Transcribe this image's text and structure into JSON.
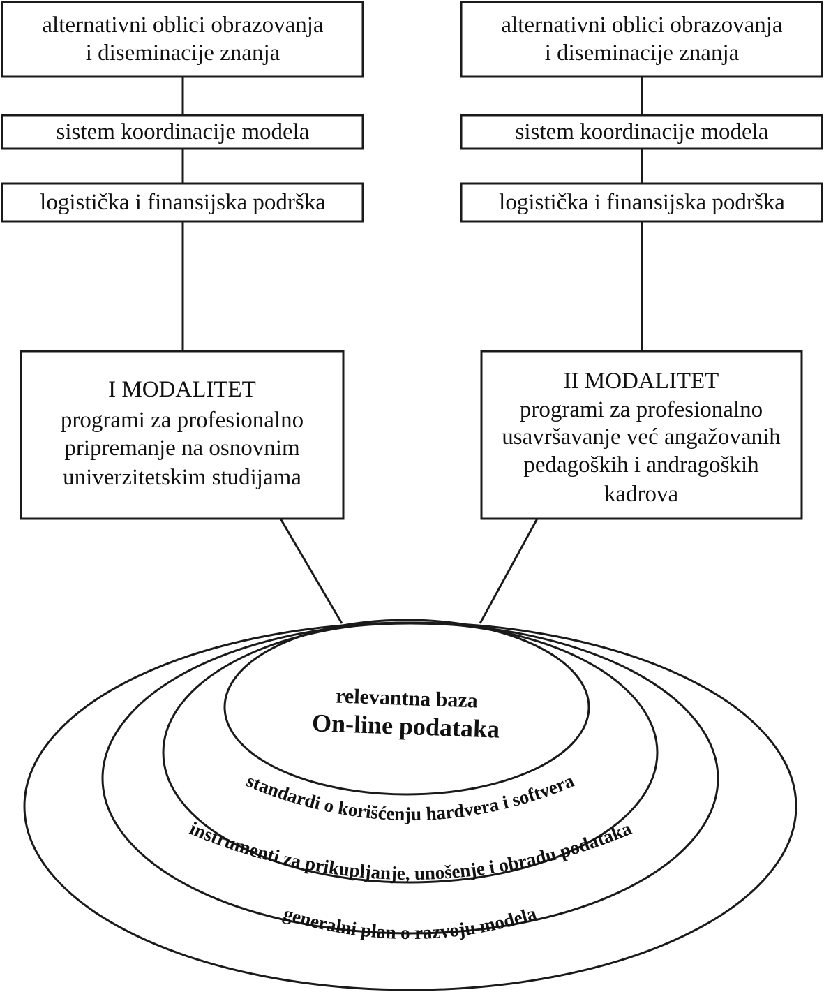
{
  "left_column": {
    "box1": [
      "alternativni oblici obrazovanja",
      "i diseminacije znanja"
    ],
    "box2": "sistem koordinacije modela",
    "box3": "logistička i finansijska podrška",
    "modality": [
      "I MODALITET",
      "programi za profesionalno",
      "pripremanje na osnovnim",
      "univerzitetskim studijama"
    ]
  },
  "right_column": {
    "box1": [
      "alternativni oblici obrazovanja",
      "i diseminacije znanja"
    ],
    "box2": "sistem koordinacije modela",
    "box3": "logistička i finansijska podrška",
    "modality": [
      "II MODALITET",
      "programi za profesionalno",
      "usavršavanje već angažovanih",
      "pedagoških i andragoških",
      "kadrova"
    ]
  },
  "rings": {
    "core": [
      "relevantna baza",
      "On-line podataka"
    ],
    "ring2": "standardi o korišćenju hardvera i softvera",
    "ring3": "instrumenti za prikupljanje, unošenje i obradu podataka",
    "ring4": "generalni plan o razvoju modela"
  }
}
